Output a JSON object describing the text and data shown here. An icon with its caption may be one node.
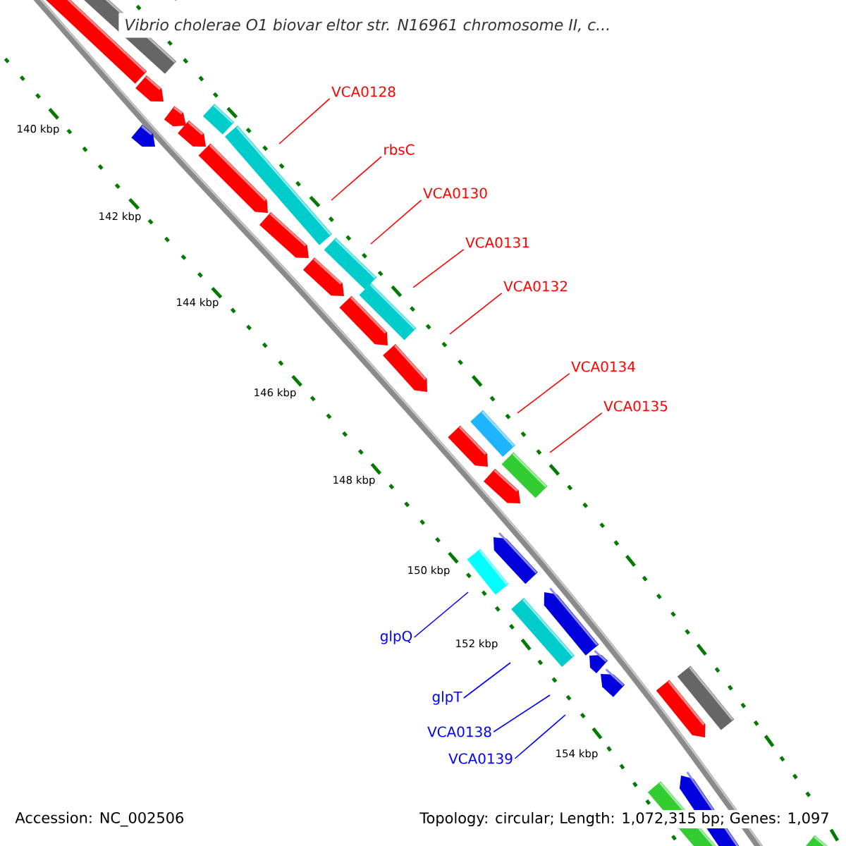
{
  "diagram": {
    "title": "Vibrio cholerae O1 biovar eltor str. N16961 chromosome II, c...",
    "nodes": [
      {
        "text": [
          "VCA0128"
        ]
      },
      {
        "text": [
          "rbsC"
        ]
      },
      {
        "text": [
          "VCA0130"
        ]
      },
      {
        "text": [
          "VCA0131"
        ]
      },
      {
        "text": [
          "VCA0132"
        ]
      },
      {
        "text": [
          "VCA0134"
        ]
      },
      {
        "text": [
          "VCA0135"
        ]
      },
      {
        "text": [
          "glpQ"
        ]
      },
      {
        "text": [
          "glpT"
        ]
      },
      {
        "text": [
          "VCA0138"
        ]
      },
      {
        "text": [
          "VCA0139"
        ]
      }
    ],
    "edges": [
      {
        "from": 0,
        "to": null,
        "arrow": "none"
      },
      {
        "from": 1,
        "to": null,
        "arrow": "none"
      },
      {
        "from": 2,
        "to": null,
        "arrow": "none"
      },
      {
        "from": 3,
        "to": null,
        "arrow": "none"
      },
      {
        "from": 4,
        "to": null,
        "arrow": "none"
      },
      {
        "from": 5,
        "to": null,
        "arrow": "none"
      },
      {
        "from": 6,
        "to": null,
        "arrow": "none"
      },
      {
        "from": 7,
        "to": null,
        "arrow": "none",
        "color": "#0000ff"
      },
      {
        "from": 8,
        "to": null,
        "arrow": "none",
        "color": "#0000ff"
      },
      {
        "from": 9,
        "to": null,
        "arrow": "none",
        "color": "#0000ff"
      },
      {
        "from": 10,
        "to": null,
        "arrow": "none",
        "color": "#0000ff"
      }
    ],
    "labels": [
      "140 kbp",
      "142 kbp",
      "144 kbp",
      "146 kbp",
      "148 kbp",
      "150 kbp",
      "152 kbp",
      "154 kbp",
      "Accession: NC_002506",
      "Topology: circular; Length: 1,072,315 bp; Genes: 1,097"
    ]
  }
}
